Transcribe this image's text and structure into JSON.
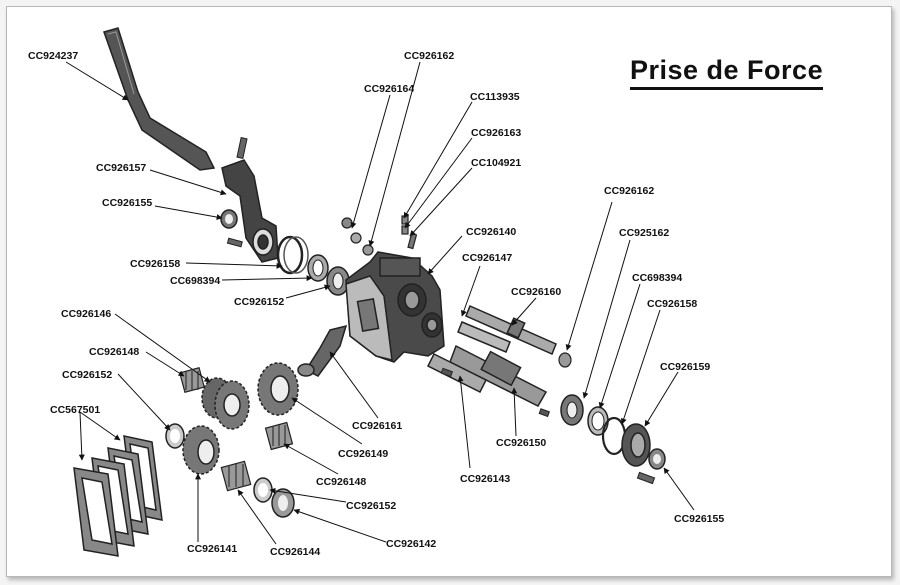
{
  "title": "Prise de Force",
  "labels": {
    "cc924237": "CC924237",
    "cc926162_top": "CC926162",
    "cc926164": "CC926164",
    "cc113935": "CC113935",
    "cc926163": "CC926163",
    "cc104921": "CC104921",
    "cc926157": "CC926157",
    "cc926155_left": "CC926155",
    "cc926140": "CC926140",
    "cc926147": "CC926147",
    "cc926162_right": "CC926162",
    "cc925162": "CC925162",
    "cc926160": "CC926160",
    "cc698394_right": "CC698394",
    "cc926158_right": "CC926158",
    "cc926158_left": "CC926158",
    "cc698394_left": "CC698394",
    "cc926152_mid": "CC926152",
    "cc926146": "CC926146",
    "cc926148_left": "CC926148",
    "cc926152_left": "CC926152",
    "cc567501": "CC567501",
    "cc926159": "CC926159",
    "cc926161": "CC926161",
    "cc926149": "CC926149",
    "cc926150": "CC926150",
    "cc926148_bottom": "CC926148",
    "cc926143": "CC926143",
    "cc926152_bottom": "CC926152",
    "cc926155_right": "CC926155",
    "cc926141": "CC926141",
    "cc926144": "CC926144",
    "cc926142": "CC926142"
  }
}
